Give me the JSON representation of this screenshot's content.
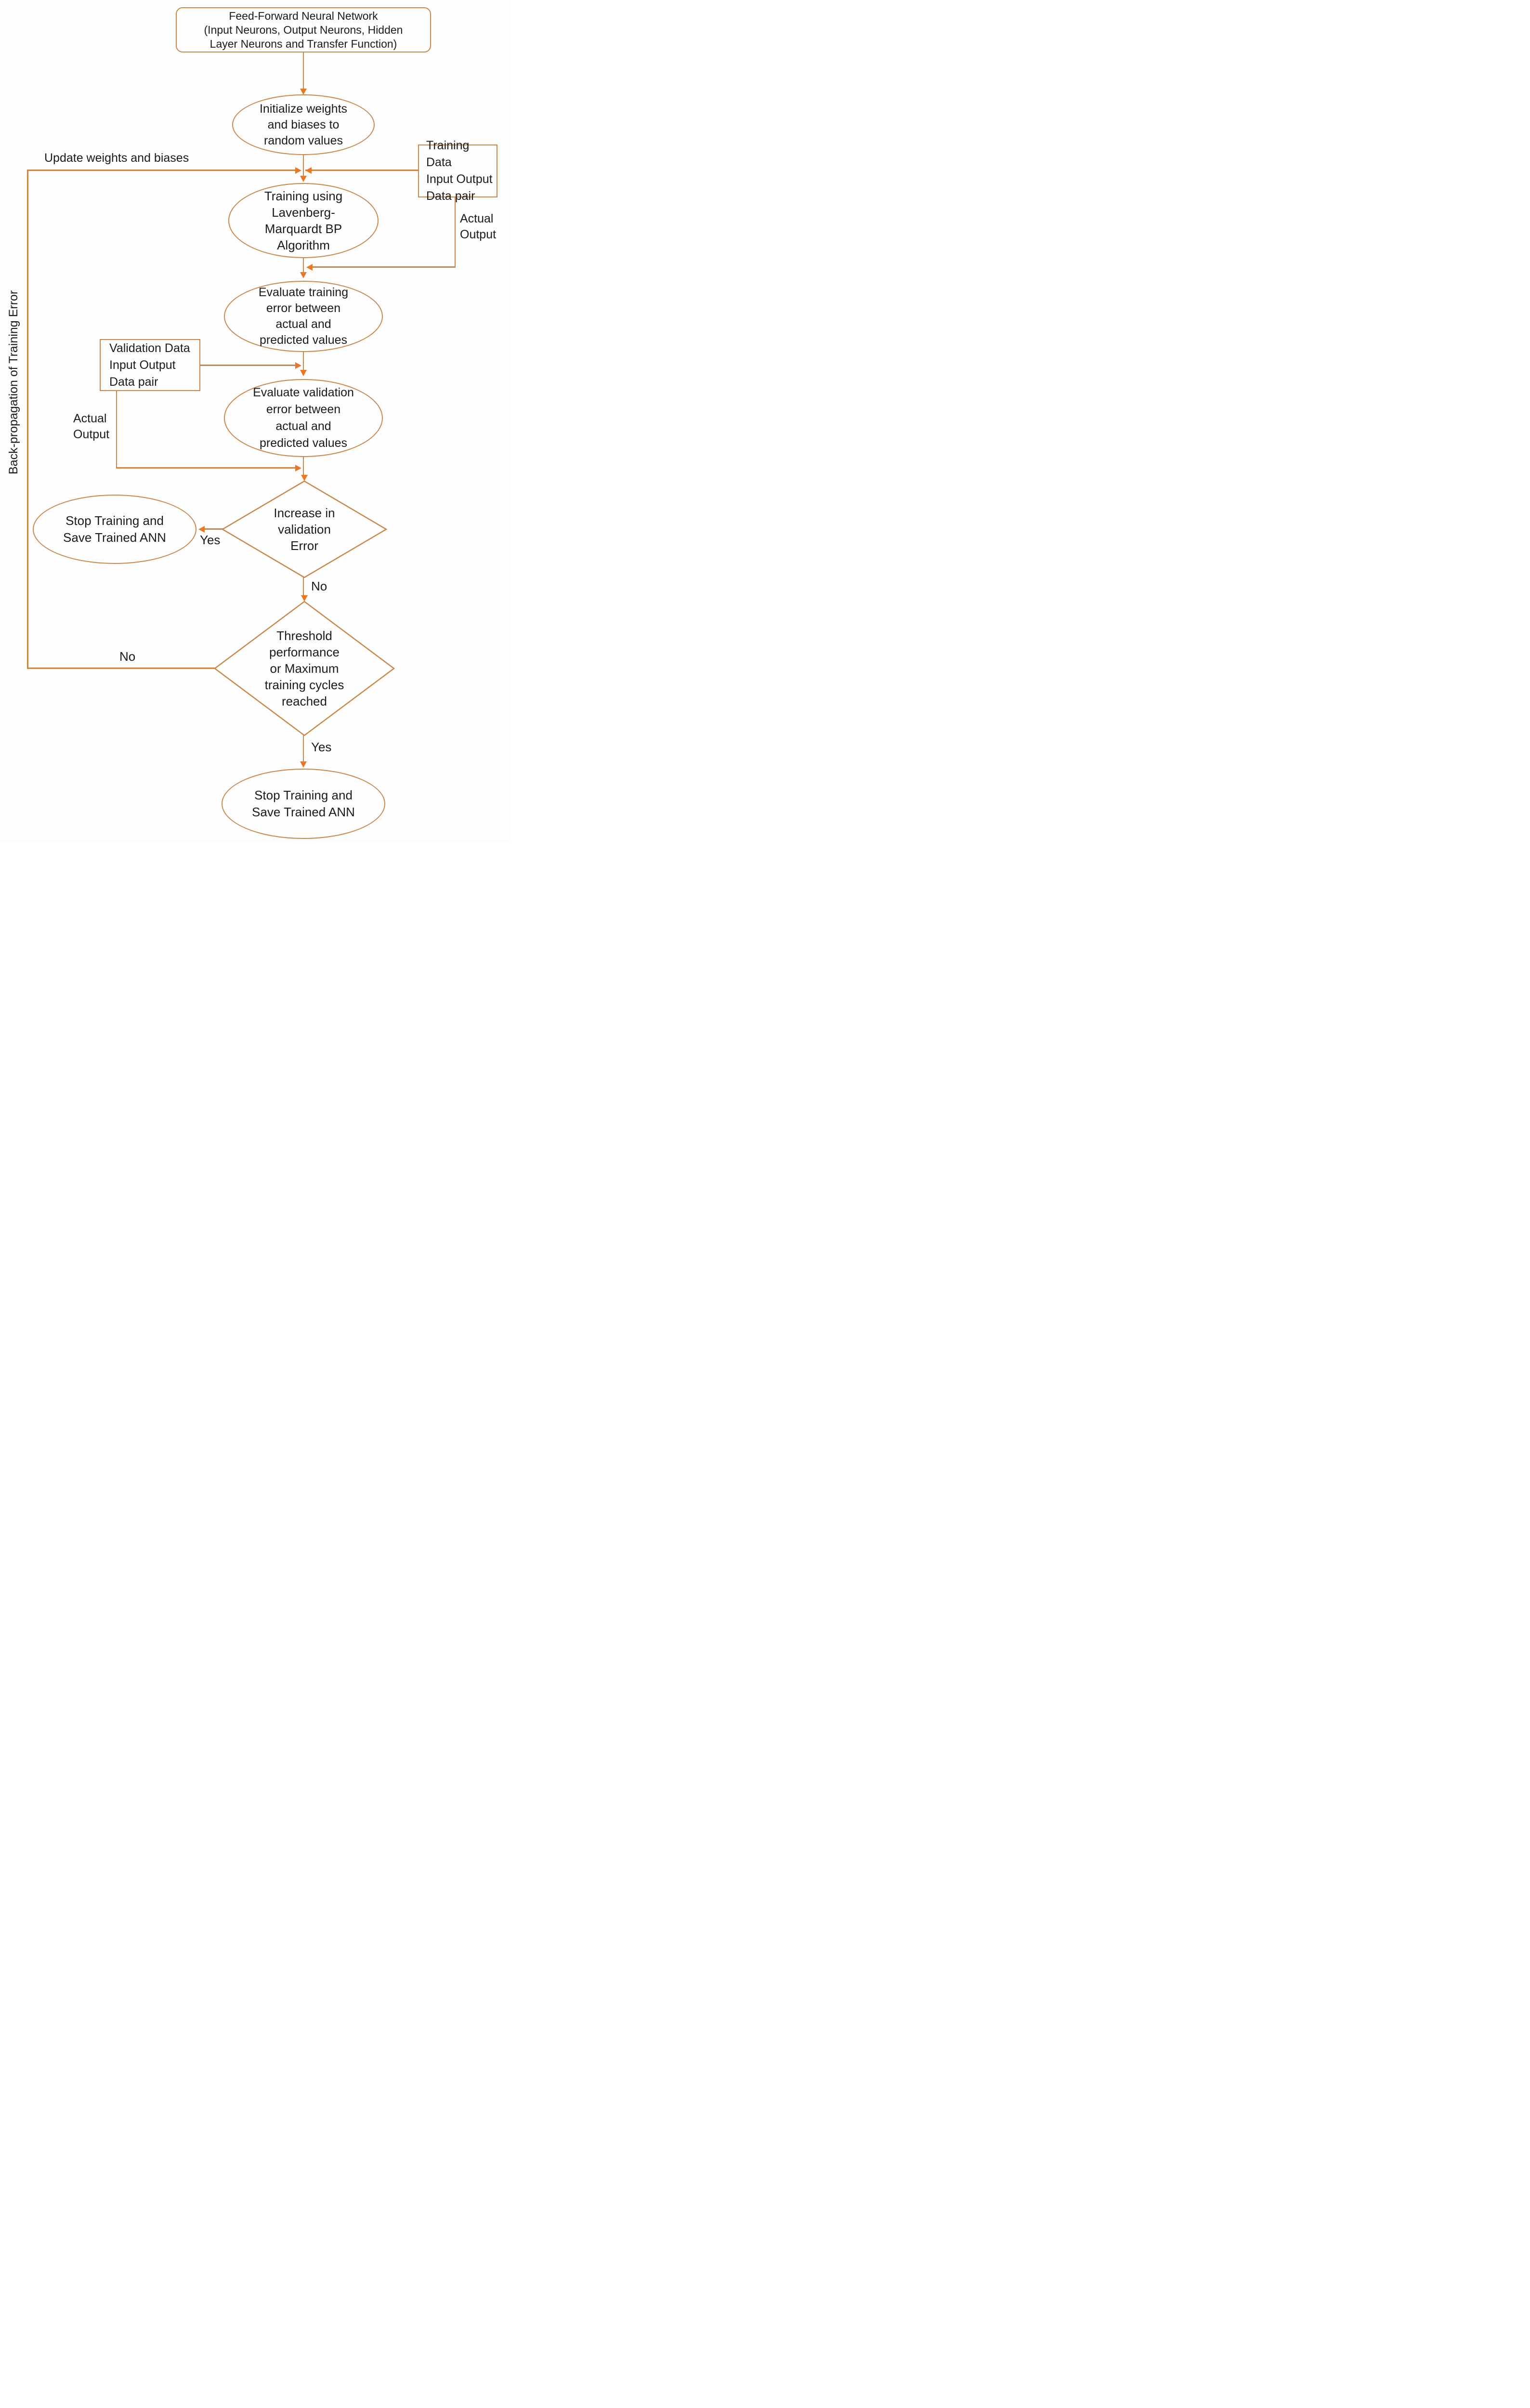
{
  "diagram": {
    "title": "ANN training flowchart",
    "colors": {
      "stroke": "#C9884A",
      "arrow": "#E97826",
      "text": "#1b1b1b",
      "background": "#fdfdfd"
    },
    "nodes": {
      "top_box": {
        "lines": [
          "Feed-Forward Neural Network",
          "(Input Neurons, Output Neurons, Hidden",
          "Layer Neurons and Transfer Function)"
        ]
      },
      "init": {
        "lines": [
          "Initialize weights",
          "and biases to",
          "random values"
        ]
      },
      "training_data": {
        "lines": [
          "Training Data",
          "Input Output",
          "Data pair"
        ]
      },
      "training": {
        "lines": [
          "Training using",
          "Lavenberg-",
          "Marquardt BP",
          "Algorithm"
        ]
      },
      "eval_train": {
        "lines": [
          "Evaluate training",
          "error between",
          "actual and",
          "predicted values"
        ]
      },
      "validation_data": {
        "lines": [
          "Validation Data",
          "Input Output",
          "Data pair"
        ]
      },
      "eval_valid": {
        "lines": [
          "Evaluate validation",
          "error between",
          "actual and",
          "predicted values"
        ]
      },
      "inc_valid": {
        "lines": [
          "Increase in",
          "validation",
          "Error"
        ]
      },
      "stop_left": {
        "lines": [
          "Stop Training and",
          "Save Trained ANN"
        ]
      },
      "threshold": {
        "lines": [
          "Threshold",
          "performance",
          "or Maximum",
          "training cycles",
          "reached"
        ]
      },
      "stop_bottom": {
        "lines": [
          "Stop Training and",
          "Save Trained ANN"
        ]
      }
    },
    "labels": {
      "update_weights": "Update weights and biases",
      "actual_output_right_1": "Actual",
      "actual_output_right_2": "Output",
      "actual_output_left_1": "Actual",
      "actual_output_left_2": "Output",
      "yes_1": "Yes",
      "no_1": "No",
      "no_2": "No",
      "yes_2": "Yes",
      "backprop": "Back-propagation of Training Error"
    }
  }
}
